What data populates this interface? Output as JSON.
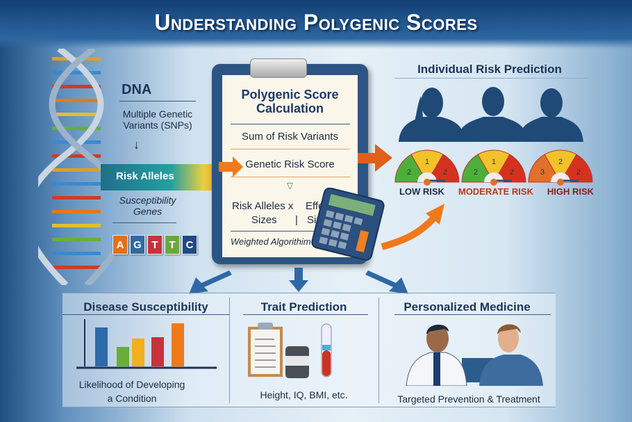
{
  "title": "Understanding Polygenic Scores",
  "dna": {
    "heading": "DNA",
    "variants": "Multiple Genetic Variants (SNPs)",
    "arrow": "↓",
    "risk_alleles": "Risk Alleles",
    "susceptibility": "Susceptibility Genes",
    "bases": [
      "A",
      "G",
      "T",
      "T",
      "C"
    ],
    "base_colors": [
      "#e0701e",
      "#2f6aa0",
      "#c8323a",
      "#6aa83a",
      "#1f4a86"
    ]
  },
  "calculation": {
    "title": "Polygenic Score Calculation",
    "items": [
      "Sum of Risk Variants",
      "Genetic Risk Score"
    ],
    "formula_left": "Risk Alleles x",
    "formula_right": "Effect",
    "formula_left2": "Sizes",
    "formula_sep": "|",
    "formula_right2": "Sizes",
    "algorithm": "Weighted Algorithim"
  },
  "prediction": {
    "title": "Individual Risk Prediction",
    "gauges": [
      {
        "label": "LOW RISK",
        "color": "#1b2b50",
        "numbers": [
          "2",
          "1",
          "2"
        ]
      },
      {
        "label": "MODERATE RISK",
        "color": "#c0341d",
        "numbers": [
          "2",
          "1",
          "2"
        ]
      },
      {
        "label": "HIGH RISK",
        "color": "#8a1c1c",
        "numbers": [
          "3",
          "2",
          "2"
        ]
      }
    ]
  },
  "outcomes": [
    {
      "heading": "Disease Susceptibility",
      "text": "Likelihood of Developing a Condition"
    },
    {
      "heading": "Trait Prediction",
      "text": "Height, IQ, BMI, etc."
    },
    {
      "heading": "Personalized Medicine",
      "text": "Targeted Prevention & Treatment"
    }
  ],
  "colors": {
    "navy": "#1b3556",
    "orange": "#f07a1a",
    "teal": "#1f8a90"
  }
}
